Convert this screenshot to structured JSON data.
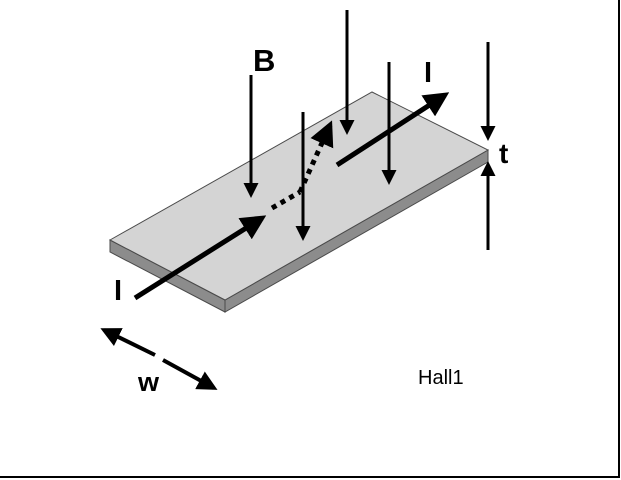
{
  "labels": {
    "b_field": "B",
    "current_in": "I",
    "current_out": "I",
    "thickness": "t",
    "width": "w",
    "caption": "Hall1"
  },
  "colors": {
    "background": "#ffffff",
    "strip_top": "#d4d4d4",
    "strip_side": "#8c8c8c",
    "strip_edge": "#4a4a4a",
    "ink": "#000000",
    "frame": "#000000"
  }
}
